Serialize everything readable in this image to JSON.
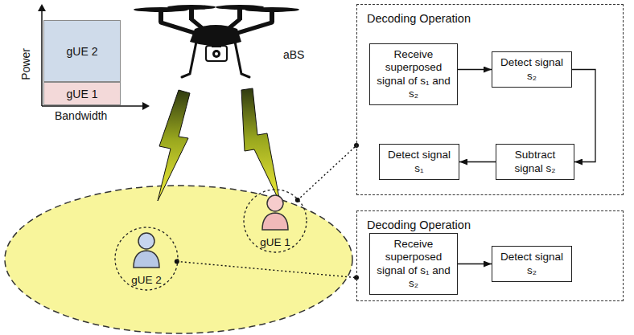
{
  "diagram": {
    "nodes": [
      {
        "text": [
          "gUE 2"
        ]
      },
      {
        "text": [
          "gUE 1"
        ]
      },
      {
        "text": [
          "Decoding Operation"
        ]
      },
      {
        "text": [
          "Receive superposed signal of s₁ and s₂"
        ],
        "in": 2
      },
      {
        "text": [
          "Detect signal s₂"
        ],
        "in": 2
      },
      {
        "text": [
          "Subtract signal s₂"
        ],
        "in": 2
      },
      {
        "text": [
          "Detect signal s₁"
        ],
        "in": 2
      },
      {
        "text": [
          "gUE 2"
        ]
      },
      {
        "text": [
          "gUE 1"
        ]
      },
      {
        "text": [
          "Decoding Operation"
        ]
      },
      {
        "text": [
          "Receive superposed signal of s₁ and s₂"
        ],
        "in": 9
      },
      {
        "text": [
          "Detect signal s₂"
        ],
        "in": 9
      }
    ],
    "edges": [
      {
        "from": 3,
        "to": 4,
        "arrow": "to"
      },
      {
        "from": 4,
        "to": 5,
        "arrow": "to"
      },
      {
        "from": 5,
        "to": 6,
        "arrow": "to"
      },
      {
        "from": 10,
        "to": 11,
        "arrow": "to"
      },
      {
        "from": 8,
        "to": 2,
        "arrow": "none"
      },
      {
        "from": 7,
        "to": 9,
        "arrow": "none"
      }
    ],
    "labels": [
      "Power",
      "Bandwidth",
      "aBS"
    ]
  }
}
